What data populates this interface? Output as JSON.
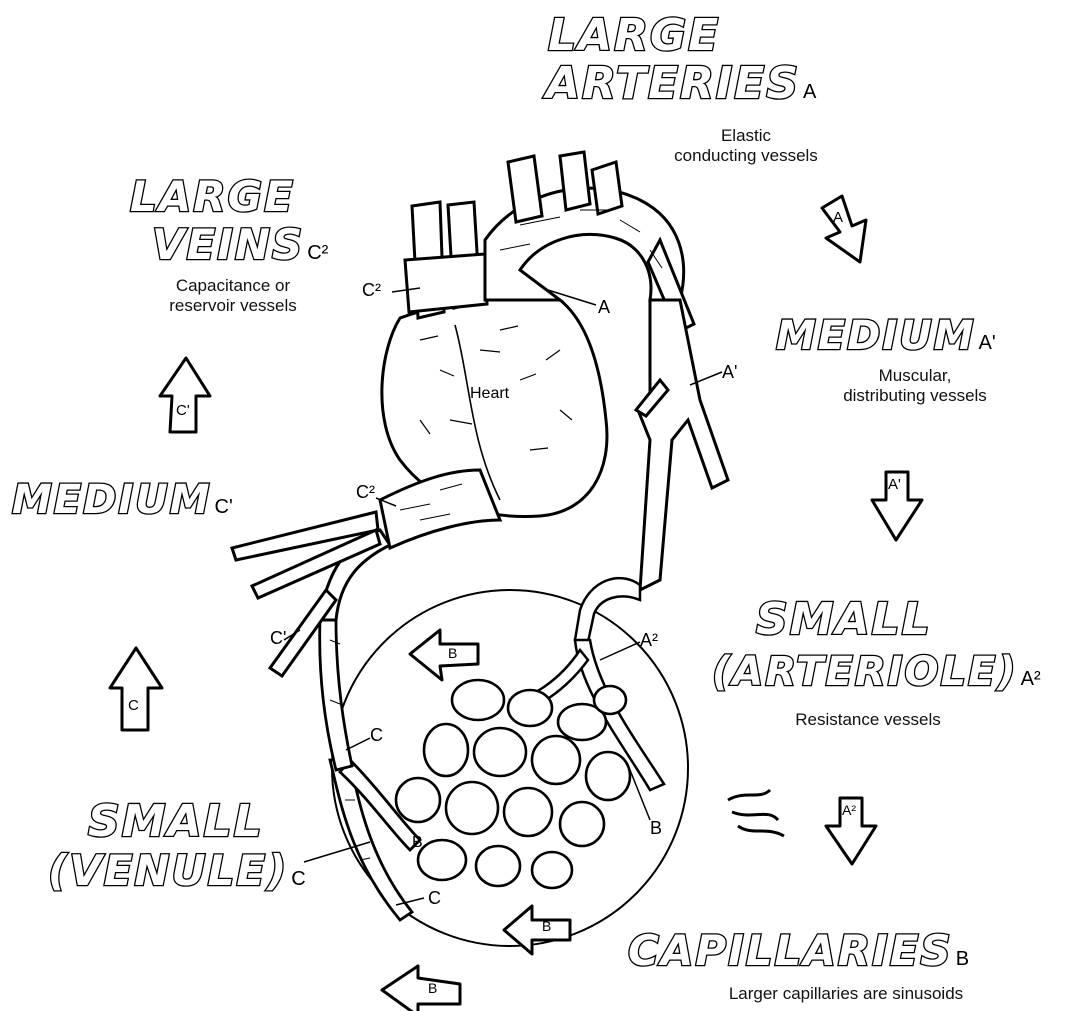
{
  "headings": {
    "large_arteries": {
      "line1": "LARGE",
      "line2": "ARTERIES",
      "tag": "A",
      "desc_line1": "Elastic",
      "desc_line2": "conducting vessels"
    },
    "medium_arteries": {
      "title": "MEDIUM",
      "tag": "A'",
      "desc_line1": "Muscular,",
      "desc_line2": "distributing vessels"
    },
    "small_arteriole": {
      "line1": "SMALL",
      "line2": "(ARTERIOLE)",
      "tag": "A²",
      "desc": "Resistance vessels"
    },
    "capillaries": {
      "title": "CAPILLARIES",
      "tag": "B",
      "desc": "Larger capillaries are sinusoids"
    },
    "small_venule": {
      "line1": "SMALL",
      "line2": "(VENULE)",
      "tag": "C"
    },
    "medium_veins": {
      "title": "MEDIUM",
      "tag": "C'"
    },
    "large_veins": {
      "line1": "LARGE",
      "line2": "VEINS",
      "tag": "C²",
      "desc_line1": "Capacitance or",
      "desc_line2": "reservoir vessels"
    }
  },
  "diagram_labels": {
    "heart": "Heart",
    "a": "A",
    "a1": "A'",
    "a2": "A²",
    "b_right": "B",
    "b_left": "B",
    "c_upper": "C",
    "c_lower": "C",
    "c1": "C'",
    "c2_top": "C²",
    "c2_mid": "C²"
  },
  "arrows": {
    "a": "A",
    "a1": "A'",
    "a2": "A²",
    "b1": "B",
    "b2": "B",
    "b3": "B",
    "c": "C",
    "c1": "C'"
  }
}
